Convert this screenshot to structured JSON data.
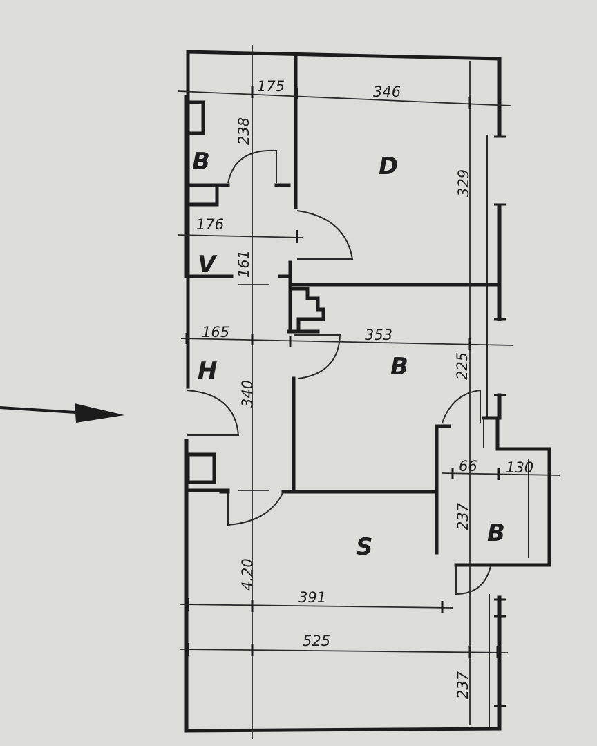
{
  "rooms": {
    "bath": "B",
    "bedroom_d": "D",
    "wc": "V",
    "hall": "H",
    "bedroom_b": "B",
    "living": "S",
    "balcony": "B"
  },
  "dimensions": {
    "d175": "175",
    "d346": "346",
    "d238": "238",
    "d329": "329",
    "d176": "176",
    "d161": "161",
    "d165": "165",
    "d353": "353",
    "d225": "225",
    "d340": "340",
    "d66": "66",
    "d130": "130",
    "d237a": "237",
    "d420": "4.20",
    "d391": "391",
    "d525": "525",
    "d237b": "237"
  },
  "colors": {
    "paper": "#dcdcd8",
    "ink": "#1c1c1c"
  }
}
